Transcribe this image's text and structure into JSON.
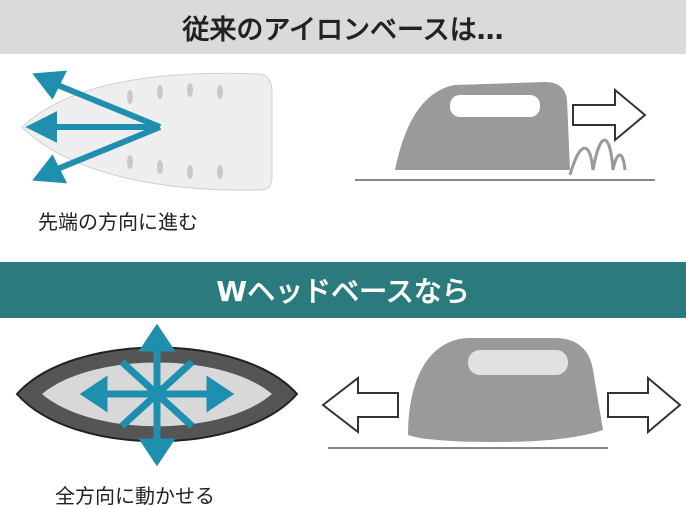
{
  "header": {
    "title": "従来のアイロンベースは…"
  },
  "section_old": {
    "caption": "先端の方向に進む"
  },
  "section_new": {
    "title": "Wヘッドベースなら",
    "caption": "全方向に動かせる"
  },
  "colors": {
    "teal": "#2b7b7e",
    "arrow_blue": "#1f8fb0",
    "iron_gray": "#9a9a9a",
    "band_gray": "#d9dadb"
  }
}
